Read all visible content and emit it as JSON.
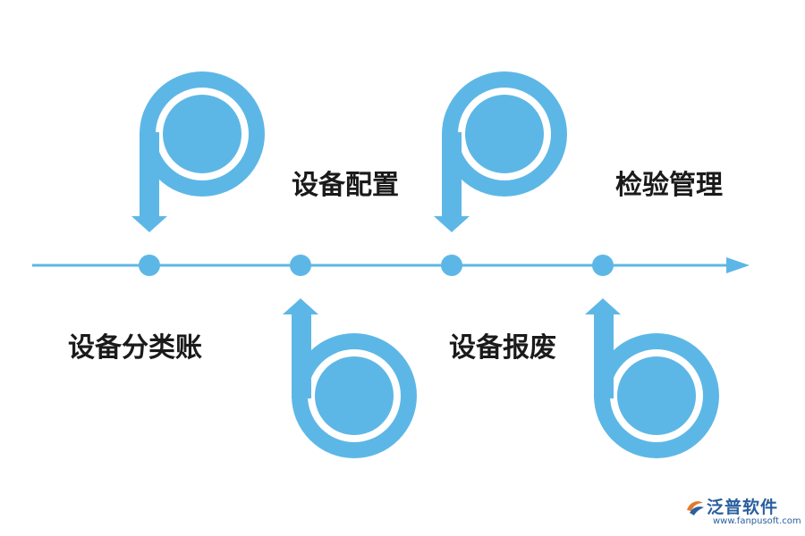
{
  "colors": {
    "accent": "#5db7e6",
    "text": "#1a1a1a",
    "brand": "#2a5f9e"
  },
  "steps": [
    {
      "label": "设备分类账"
    },
    {
      "label": "设备配置"
    },
    {
      "label": "设备报废"
    },
    {
      "label": "检验管理"
    }
  ],
  "icons": [
    "p-arrow-icon",
    "b-arrow-icon",
    "p-arrow-icon",
    "b-arrow-icon"
  ],
  "watermark": {
    "name": "泛普软件",
    "url": "www.fanpusoft.com"
  }
}
